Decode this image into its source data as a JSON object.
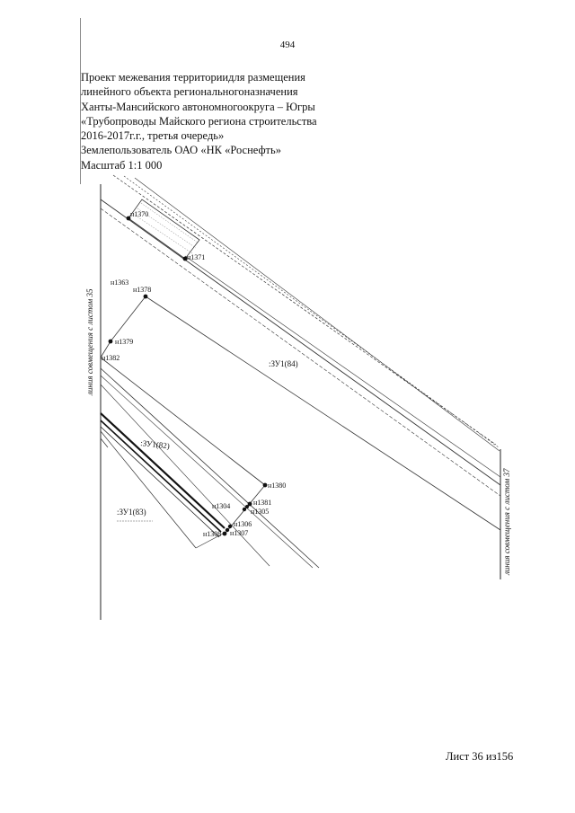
{
  "page_number": "494",
  "header": {
    "lines": [
      "Проект межевания территориидля размещения",
      "линейного объекта региональногоназначения",
      "Ханты-Мансийского автономногоокруга – Югры",
      "«Трубопроводы Майского региона строительства",
      "2016-2017г.г., третья очередь»",
      "Землепользователь ОАО «НК «Роснефть»",
      "Масштаб 1:1 000"
    ]
  },
  "map": {
    "edge_labels": {
      "left": "линия совмещения с листом 35",
      "right": "линия совмещения с листом 37"
    },
    "zones": {
      "zu84": ":ЗУ1(84)",
      "zu82": ":ЗУ1(82)",
      "zu83": ":ЗУ1(83)"
    },
    "points": {
      "n1370": "н1370",
      "n1371": "н1371",
      "n1363": "н1363",
      "n1378": "н1378",
      "n1379": "н1379",
      "n1382": "н1382",
      "n1380": "н1380",
      "n1381": "н1381",
      "n1304": "н1304",
      "n1305": "н1305",
      "n1306": "н1306",
      "n1307": "н1307",
      "n1308": "н1308"
    }
  },
  "footer": {
    "sheet": "Лист 36 из156"
  }
}
